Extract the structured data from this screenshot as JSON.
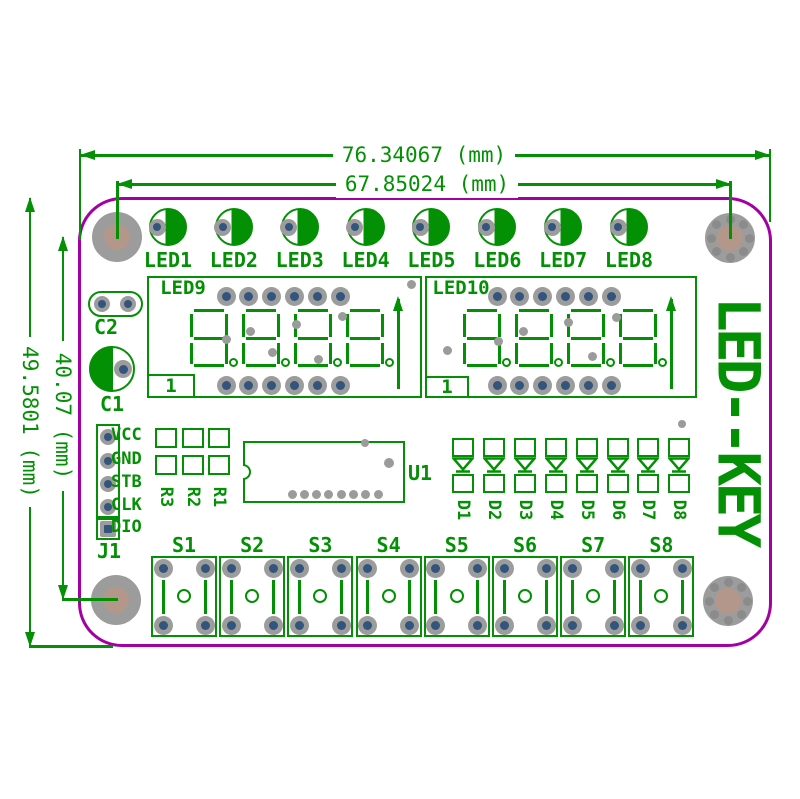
{
  "board": {
    "brand": "LED--KEY",
    "type_note": "PCB dimension diagram"
  },
  "dimensions": {
    "width_outer": "76.34067 (mm)",
    "width_inner": "67.85024 (mm)",
    "height_outer": "49.5801 (mm)",
    "height_inner": "40.07 (mm)"
  },
  "leds": [
    "LED1",
    "LED2",
    "LED3",
    "LED4",
    "LED5",
    "LED6",
    "LED7",
    "LED8"
  ],
  "displays": [
    {
      "label": "LED9",
      "pin1": "1",
      "digits": 4
    },
    {
      "label": "LED10",
      "pin1": "1",
      "digits": 4
    }
  ],
  "capacitors": {
    "c2": "C2",
    "c1": "C1"
  },
  "connector": {
    "label": "J1",
    "pins": [
      "VCC",
      "GND",
      "STB",
      "CLK",
      "DIO"
    ]
  },
  "resistors": [
    "R3",
    "R2",
    "R1"
  ],
  "ic": {
    "label": "U1"
  },
  "diodes": [
    "D1",
    "D2",
    "D3",
    "D4",
    "D5",
    "D6",
    "D7",
    "D8"
  ],
  "buttons": [
    "S1",
    "S2",
    "S3",
    "S4",
    "S5",
    "S6",
    "S7",
    "S8"
  ],
  "colors": {
    "silkscreen_green": "#049004",
    "board_outline_purple": "#a300a3",
    "pad_gray": "#9c9c9c",
    "pad_blue": "#33557d",
    "hole_tan": "#b3978b",
    "via_gray": "#9b9b9b"
  }
}
